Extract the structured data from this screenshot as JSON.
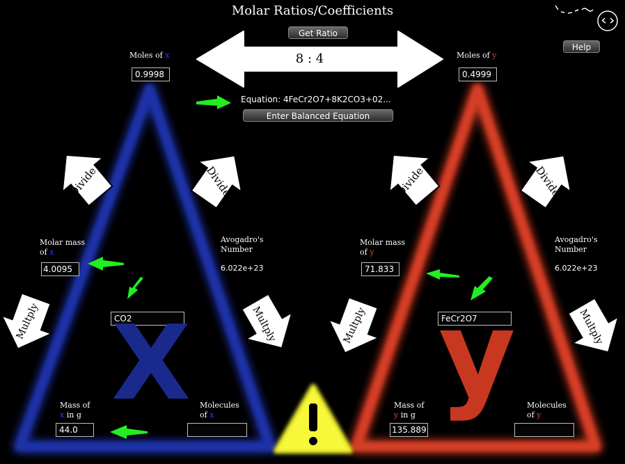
{
  "title": "Molar Ratios/Coefficients",
  "buttons": {
    "get_ratio": "Get Ratio",
    "help": "Help",
    "enter_equation": "Enter Balanced Equation"
  },
  "ratio_text": "8 : 4",
  "equation_text": "Equation: 4FeCr2O7+8K2CO3+02...",
  "left": {
    "moles_label": "Moles of",
    "moles_value": "0.9998",
    "molar_mass_label_1": "Molar mass",
    "molar_mass_label_2": "of",
    "molar_mass_value": "4.0095",
    "avogadro_label_1": "Avogadro's",
    "avogadro_label_2": "Number",
    "avogadro_value": "6.022e+23",
    "compound": "CO2",
    "mass_label_1": "Mass of",
    "mass_label_2": "in g",
    "mass_value": "44.0",
    "molecules_label_1": "Molecules",
    "molecules_label_2": "of",
    "molecules_value": "",
    "variable": "x",
    "big_letter": "X",
    "divide_left": "Divide",
    "divide_right": "Divide",
    "multiply_left": "Multply",
    "multiply_right": "Multply"
  },
  "right": {
    "moles_label": "Moles of",
    "moles_value": "0.4999",
    "molar_mass_label_1": "Molar mass",
    "molar_mass_label_2": "of",
    "molar_mass_value": "71.833",
    "avogadro_label_1": "Avogadro's",
    "avogadro_label_2": "Number",
    "avogadro_value": "6.022e+23",
    "compound": "FeCr2O7",
    "mass_label_1": "Mass of",
    "mass_label_2": "in g",
    "mass_value": "135.889",
    "molecules_label_1": "Molecules",
    "molecules_label_2": "of",
    "molecules_value": "",
    "variable": "y",
    "big_letter": "y",
    "divide_left": "Divide",
    "divide_right": "Divide",
    "multiply_left": "Multply",
    "multiply_right": "Multply"
  },
  "warning_symbol": "!",
  "colors": {
    "x_triangle": "#1b2f9e",
    "y_triangle": "#d23a24",
    "x_label": "#2a3cff",
    "y_label": "#e8402a",
    "arrow_green": "#22ee22",
    "warning": "#f4f430",
    "background": "#000000"
  },
  "icons": {
    "warning": "warning-triangle-icon",
    "mascot": "doodle-face-icon",
    "ratio_arrow": "double-arrow-icon"
  }
}
